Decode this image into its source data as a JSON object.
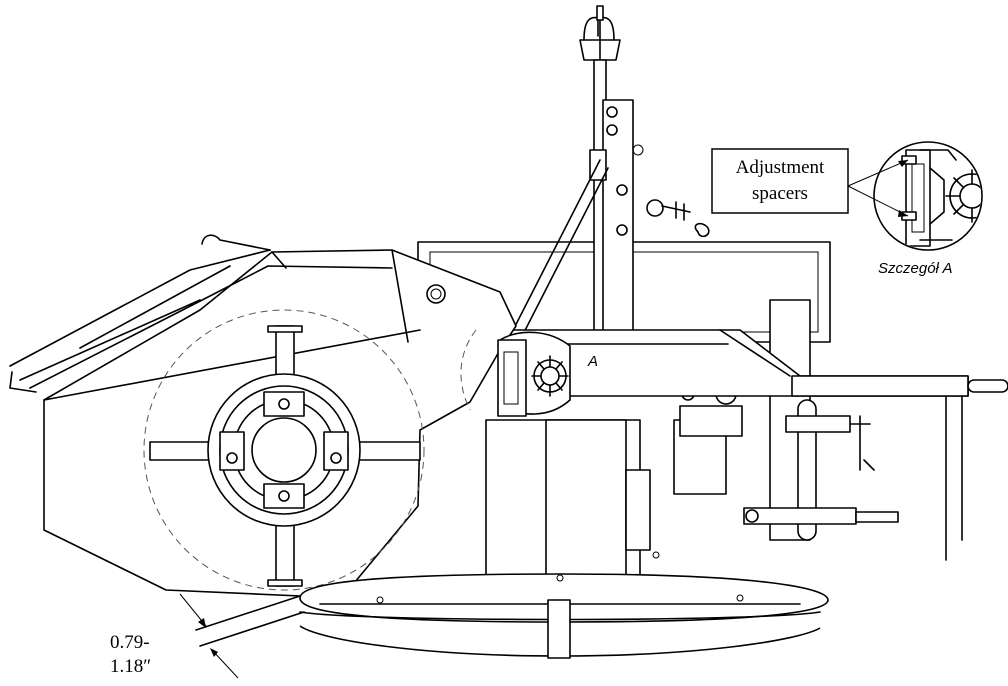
{
  "callout": {
    "line1": "Adjustment",
    "line2": "spacers"
  },
  "detail": {
    "caption": "Szczegół A",
    "marker": "A"
  },
  "measure": {
    "line1": "0.79-",
    "line2": "1.18″"
  }
}
